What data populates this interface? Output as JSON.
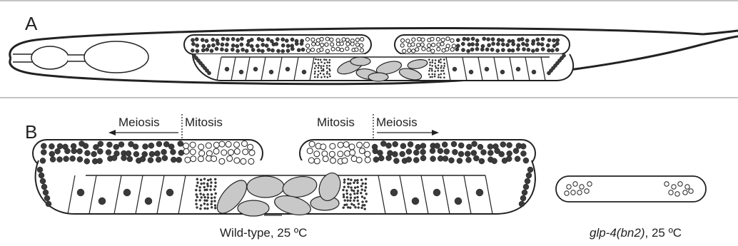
{
  "panels": {
    "a": {
      "letter": "A"
    },
    "b": {
      "letter": "B",
      "left_arm": {
        "meiosis_label": "Meiosis",
        "mitosis_label": "Mitosis"
      },
      "right_arm": {
        "mitosis_label": "Mitosis",
        "meiosis_label": "Meiosis"
      },
      "wildtype_caption": "Wild-type, 25 ºC",
      "mutant_caption_italic": "glp-4(bn2)",
      "mutant_caption_rest": ", 25 ºC"
    }
  },
  "colors": {
    "outline": "#222222",
    "filled_nucleus": "#3a3a3a",
    "embryo_fill": "#c8c8c8",
    "panel_border": "#888888"
  }
}
